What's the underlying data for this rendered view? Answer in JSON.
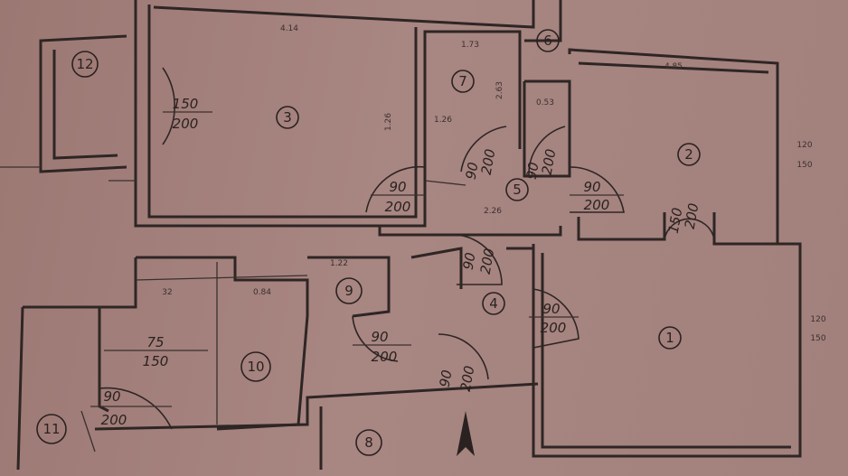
{
  "rooms": {
    "r1": "1",
    "r2": "2",
    "r3": "3",
    "r4": "4",
    "r5": "5",
    "r6": "6",
    "r7": "7",
    "r8": "8",
    "r9": "9",
    "r10": "10",
    "r11": "11",
    "r12": "12"
  },
  "doors": {
    "d_150_200": "150",
    "d_150_200b": "200",
    "d3_90": "90",
    "d3_200": "200",
    "d7_90": "90",
    "d7_200": "200",
    "d6_90": "90",
    "d6_200": "200",
    "d2_90": "90",
    "d2_200": "200",
    "d2e_150": "150",
    "d2e_200": "200",
    "d45_90": "90",
    "d45_200": "200",
    "d41_90": "90",
    "d41_200": "200",
    "d48_90": "90",
    "d48_200": "200",
    "d8_90": "90",
    "d8_200": "200",
    "d10_75": "75",
    "d10_150": "150",
    "d11_90": "90",
    "d11_200": "200",
    "w2_120": "120",
    "w2_150": "150",
    "w1_120": "120",
    "w1_150": "150"
  },
  "dimensions": {
    "top3": "4.14",
    "top7": "1.73",
    "top2": "4.85",
    "h7": "2.63",
    "h3": "1.26",
    "w7": "1.26",
    "w5": "2.26",
    "w6": "0.53",
    "d9": "1.22",
    "d10": "0.84",
    "d10b": "32"
  },
  "compass": {
    "icon": "north-arrow-icon"
  }
}
